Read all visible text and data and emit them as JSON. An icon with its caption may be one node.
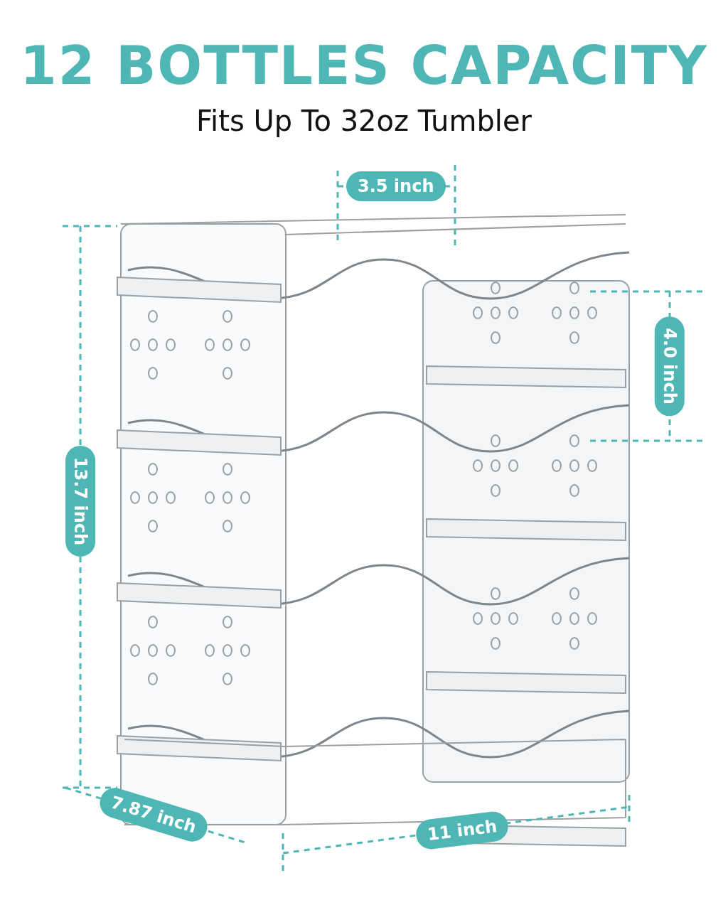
{
  "diagram": {
    "title": "12 BOTTLES CAPACITY",
    "labels": [
      "Fits Up To 32oz Tumbler",
      "3.5 inch",
      "4.0 inch",
      "13.7 inch",
      "7.87 inch",
      "11 inch"
    ]
  }
}
